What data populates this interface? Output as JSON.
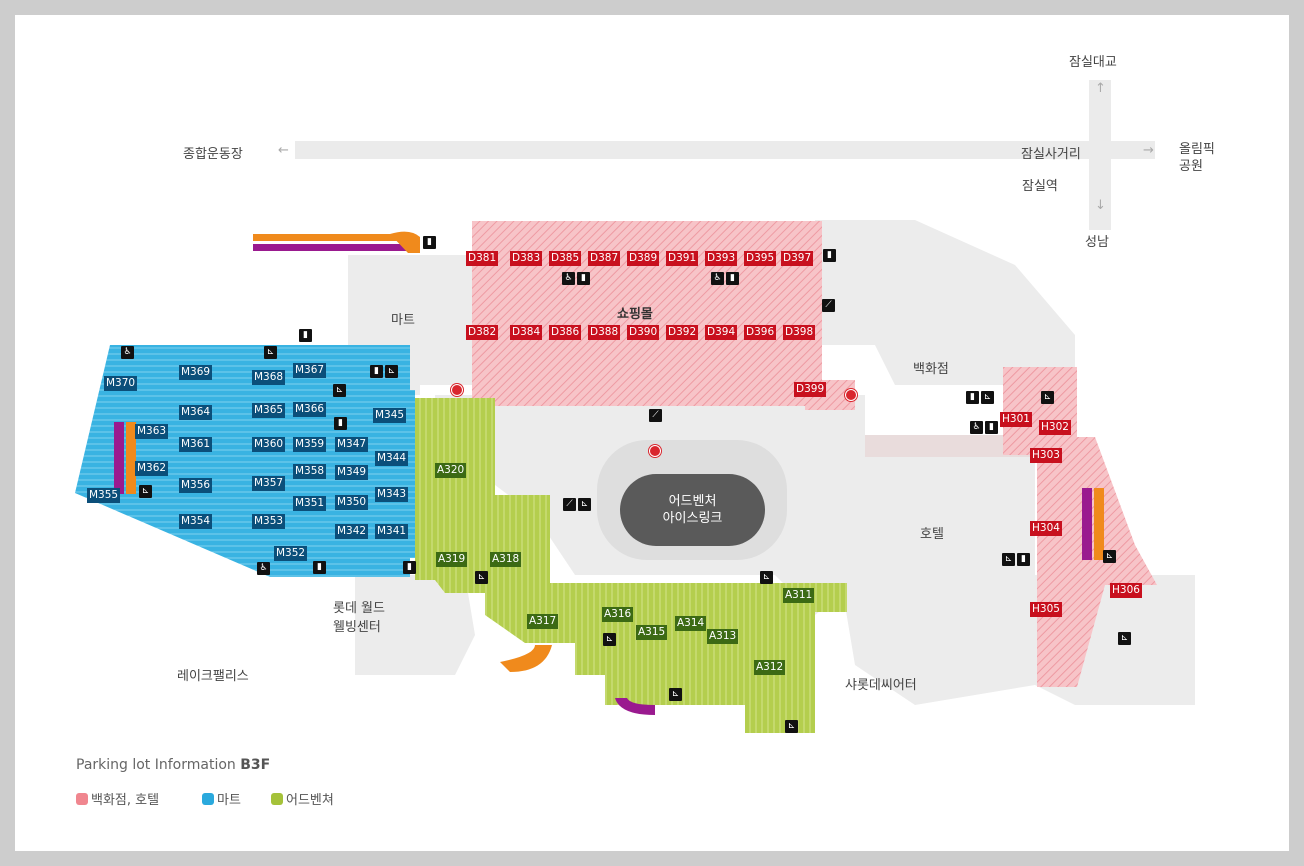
{
  "map": {
    "directions": {
      "north": "잠실대교",
      "west": "종합운동장",
      "intersection": "잠실사거리",
      "east": "올림픽\n공원",
      "station": "잠실역",
      "south": "성남",
      "arrow_up": "↑",
      "arrow_down": "↓",
      "arrow_left": "←",
      "arrow_right": "→"
    },
    "areas": {
      "mart": "마트",
      "shopping_mall": "쇼핑몰",
      "department_store": "백화점",
      "hotel": "호텔",
      "lotte_world": "롯데 월드\n웰빙센터",
      "lake_palace": "레이크팰리스",
      "charlotte_theater": "샤롯데씨어터",
      "rink_line1": "어드벤처",
      "rink_line2": "아이스링크"
    },
    "zones_d": [
      "D381",
      "D383",
      "D385",
      "D387",
      "D389",
      "D391",
      "D393",
      "D395",
      "D397",
      "D382",
      "D384",
      "D386",
      "D388",
      "D390",
      "D392",
      "D394",
      "D396",
      "D398",
      "D399"
    ],
    "zones_h": [
      "H301",
      "H302",
      "H303",
      "H304",
      "H305",
      "H306"
    ],
    "zones_m": [
      "M370",
      "M369",
      "M368",
      "M367",
      "M364",
      "M365",
      "M366",
      "M345",
      "M363",
      "M361",
      "M360",
      "M359",
      "M347",
      "M344",
      "M362",
      "M358",
      "M349",
      "M355",
      "M356",
      "M357",
      "M351",
      "M350",
      "M343",
      "M354",
      "M353",
      "M342",
      "M341",
      "M352"
    ],
    "zones_a": [
      "A320",
      "A319",
      "A318",
      "A317",
      "A316",
      "A315",
      "A314",
      "A313",
      "A312",
      "A311"
    ]
  },
  "legend": {
    "title": "Parking lot Information",
    "floor": "B3F",
    "items": [
      {
        "label": "백화점, 호텔",
        "color": "#f0868f"
      },
      {
        "label": "마트",
        "color": "#2aa9dd"
      },
      {
        "label": "어드벤쳐",
        "color": "#a5c23a"
      }
    ]
  },
  "colors": {
    "dept": "#f5b5bb",
    "mart": "#45b9e4",
    "adventure": "#bdd25a",
    "zone_red": "#c8101e",
    "zone_blue": "#0b4f7a",
    "zone_green": "#3c6a14"
  }
}
